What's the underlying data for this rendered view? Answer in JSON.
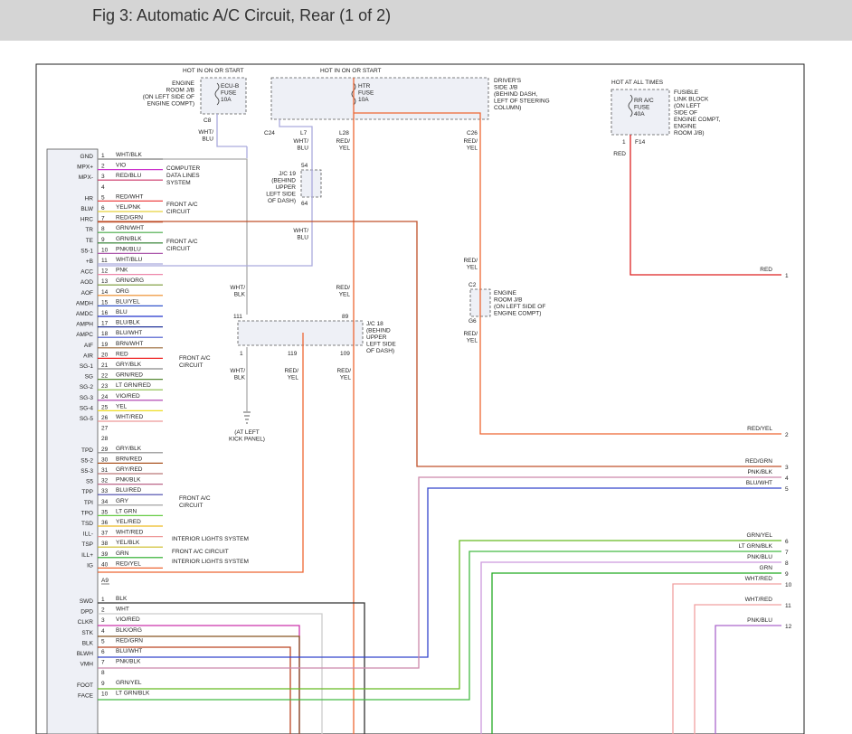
{
  "header": {
    "title": "Fig 3: Automatic A/C Circuit, Rear (1 of 2)"
  },
  "top": {
    "hot_on_start_1": "HOT IN ON OR START",
    "hot_on_start_2": "HOT IN ON OR START",
    "hot_all_times": "HOT AT ALL TIMES",
    "engine_room_jb": [
      "ENGINE",
      "ROOM J/B",
      "(ON LEFT SIDE OF",
      "ENGINE COMPT)"
    ],
    "ecu_b_fuse": [
      "ECU-B",
      "FUSE",
      "10A"
    ],
    "htr_fuse": [
      "HTR",
      "FUSE",
      "10A"
    ],
    "drivers_jb": [
      "DRIVER'S",
      "SIDE J/B",
      "(BEHIND DASH,",
      "LEFT OF STEERING",
      "COLUMN)"
    ],
    "rr_ac_fuse": [
      "RR A/C",
      "FUSE",
      "40A"
    ],
    "fusible_link": [
      "FUSIBLE",
      "LINK BLOCK",
      "(ON LEFT",
      "SIDE OF",
      "ENGINE COMPT,",
      "ENGINE",
      "ROOM J/B)"
    ],
    "c8": "C8",
    "c24": "C24",
    "l7": "L7",
    "l28": "L28",
    "c26": "C26",
    "f14": "F14",
    "one": "1"
  },
  "wire_labels": {
    "wht_blu": [
      "WHT/",
      "BLU"
    ],
    "red_yel": [
      "RED/",
      "YEL"
    ],
    "red": "RED",
    "wht_blk": [
      "WHT/",
      "BLK"
    ]
  },
  "junctions": {
    "jc19": [
      "J/C 19",
      "(BEHIND",
      "UPPER",
      "LEFT SIDE",
      "OF DASH)"
    ],
    "jc19_pins": [
      "54",
      "64"
    ],
    "jc18": [
      "J/C 18",
      "(BEHIND",
      "UPPER",
      "LEFT SIDE",
      "OF DASH)"
    ],
    "jc18_pins": [
      "111",
      "89",
      "1",
      "119",
      "109"
    ],
    "engine_jb2": [
      "ENGINE",
      "ROOM J/B",
      "(ON LEFT SIDE OF",
      "ENGINE COMPT)"
    ],
    "c2": "C2",
    "g6": "G6",
    "ground": [
      "(AT LEFT",
      "KICK PANEL)"
    ]
  },
  "connector_a": {
    "pins": [
      {
        "name": "GND",
        "num": "1",
        "wire": "WHT/BLK",
        "color": "#888888"
      },
      {
        "name": "MPX+",
        "num": "2",
        "wire": "VIO",
        "color": "#cc33cc"
      },
      {
        "name": "MPX-",
        "num": "3",
        "wire": "RED/BLU",
        "color": "#cc3366"
      },
      {
        "name": "",
        "num": "4",
        "wire": "",
        "color": ""
      },
      {
        "name": "HR",
        "num": "5",
        "wire": "RED/WHT",
        "color": "#ee4444"
      },
      {
        "name": "BLW",
        "num": "6",
        "wire": "YEL/PNK",
        "color": "#e8d23c"
      },
      {
        "name": "HRC",
        "num": "7",
        "wire": "RED/GRN",
        "color": "#c0502a"
      },
      {
        "name": "TR",
        "num": "8",
        "wire": "GRN/WHT",
        "color": "#44aa44"
      },
      {
        "name": "TE",
        "num": "9",
        "wire": "GRN/BLK",
        "color": "#227722"
      },
      {
        "name": "S5-1",
        "num": "10",
        "wire": "PNK/BLU",
        "color": "#aa55aa"
      },
      {
        "name": "+B",
        "num": "11",
        "wire": "WHT/BLU",
        "color": "#aaaadd"
      },
      {
        "name": "ACC",
        "num": "12",
        "wire": "PNK",
        "color": "#ee88aa"
      },
      {
        "name": "AOD",
        "num": "13",
        "wire": "GRN/ORG",
        "color": "#779933"
      },
      {
        "name": "AOF",
        "num": "14",
        "wire": "ORG",
        "color": "#ee8822"
      },
      {
        "name": "AMDH",
        "num": "15",
        "wire": "BLU/YEL",
        "color": "#3355cc"
      },
      {
        "name": "AMDC",
        "num": "16",
        "wire": "BLU",
        "color": "#2233cc"
      },
      {
        "name": "AMPH",
        "num": "17",
        "wire": "BLU/BLK",
        "color": "#223399"
      },
      {
        "name": "AMPC",
        "num": "18",
        "wire": "BLU/WHT",
        "color": "#4455cc"
      },
      {
        "name": "AIF",
        "num": "19",
        "wire": "BRN/WHT",
        "color": "#996633"
      },
      {
        "name": "AIR",
        "num": "20",
        "wire": "RED",
        "color": "#ee2222"
      },
      {
        "name": "SG-1",
        "num": "21",
        "wire": "GRY/BLK",
        "color": "#888888"
      },
      {
        "name": "SG",
        "num": "22",
        "wire": "GRN/RED",
        "color": "#558833"
      },
      {
        "name": "SG-2",
        "num": "23",
        "wire": "LT GRN/RED",
        "color": "#88bb44"
      },
      {
        "name": "SG-3",
        "num": "24",
        "wire": "VIO/RED",
        "color": "#aa33aa"
      },
      {
        "name": "SG-4",
        "num": "25",
        "wire": "YEL",
        "color": "#eedd22"
      },
      {
        "name": "SG-5",
        "num": "26",
        "wire": "WHT/RED",
        "color": "#ee9999"
      },
      {
        "name": "",
        "num": "27",
        "wire": "",
        "color": ""
      },
      {
        "name": "",
        "num": "28",
        "wire": "",
        "color": ""
      },
      {
        "name": "TPD",
        "num": "29",
        "wire": "GRY/BLK",
        "color": "#888888"
      },
      {
        "name": "S5-2",
        "num": "30",
        "wire": "BRN/RED",
        "color": "#aa5522"
      },
      {
        "name": "S5-3",
        "num": "31",
        "wire": "GRY/RED",
        "color": "#bb7777"
      },
      {
        "name": "S5",
        "num": "32",
        "wire": "PNK/BLK",
        "color": "#bb6688"
      },
      {
        "name": "TPP",
        "num": "33",
        "wire": "BLU/RED",
        "color": "#4444aa"
      },
      {
        "name": "TPI",
        "num": "34",
        "wire": "GRY",
        "color": "#999999"
      },
      {
        "name": "TPO",
        "num": "35",
        "wire": "LT GRN",
        "color": "#66cc44"
      },
      {
        "name": "TSD",
        "num": "36",
        "wire": "YEL/RED",
        "color": "#eebb22"
      },
      {
        "name": "ILL-",
        "num": "37",
        "wire": "WHT/RED",
        "color": "#ee9999"
      },
      {
        "name": "TSP",
        "num": "38",
        "wire": "YEL/BLK",
        "color": "#ccbb22"
      },
      {
        "name": "ILL+",
        "num": "39",
        "wire": "GRN",
        "color": "#22aa22"
      },
      {
        "name": "IG",
        "num": "40",
        "wire": "RED/YEL",
        "color": "#ee6633"
      }
    ],
    "connector_id": "A9"
  },
  "group_labels": {
    "computer_data": [
      "COMPUTER",
      "DATA LINES",
      "SYSTEM"
    ],
    "front_ac_1": [
      "FRONT A/C",
      "CIRCUIT"
    ],
    "front_ac_2": [
      "FRONT A/C",
      "CIRCUIT"
    ],
    "front_ac_3": [
      "FRONT A/C",
      "CIRCUIT"
    ],
    "front_ac_4": [
      "FRONT A/C",
      "CIRCUIT"
    ],
    "interior_1": "INTERIOR LIGHTS SYSTEM",
    "front_ac_single": "FRONT A/C CIRCUIT",
    "interior_2": "INTERIOR LIGHTS SYSTEM"
  },
  "connector_b": {
    "pins": [
      {
        "name": "SWD",
        "num": "1",
        "wire": "BLK",
        "color": "#333333"
      },
      {
        "name": "DPD",
        "num": "2",
        "wire": "WHT",
        "color": "#cccccc"
      },
      {
        "name": "CLKR",
        "num": "3",
        "wire": "VIO/RED",
        "color": "#cc33aa"
      },
      {
        "name": "STK",
        "num": "4",
        "wire": "BLK/ORG",
        "color": "#885522"
      },
      {
        "name": "BLK",
        "num": "5",
        "wire": "RED/GRN",
        "color": "#bb4422"
      },
      {
        "name": "BLWH",
        "num": "6",
        "wire": "BLU/WHT",
        "color": "#3344cc"
      },
      {
        "name": "VMH",
        "num": "7",
        "wire": "PNK/BLK",
        "color": "#cc88aa"
      },
      {
        "name": "",
        "num": "8",
        "wire": "",
        "color": ""
      },
      {
        "name": "FOOT",
        "num": "9",
        "wire": "GRN/YEL",
        "color": "#66bb22"
      },
      {
        "name": "FACE",
        "num": "10",
        "wire": "LT GRN/BLK",
        "color": "#55bb33"
      }
    ]
  },
  "right_outputs": [
    {
      "label": "RED",
      "num": "1",
      "color": "#dd2222"
    },
    {
      "label": "RED/YEL",
      "num": "2",
      "color": "#ee6633"
    },
    {
      "label": "RED/GRN",
      "num": "3",
      "color": "#bb4422"
    },
    {
      "label": "PNK/BLK",
      "num": "4",
      "color": "#cc88aa"
    },
    {
      "label": "BLU/WHT",
      "num": "5",
      "color": "#3344cc"
    },
    {
      "label": "GRN/YEL",
      "num": "6",
      "color": "#66bb22"
    },
    {
      "label": "LT GRN/BLK",
      "num": "7",
      "color": "#44bb44"
    },
    {
      "label": "PNK/BLU",
      "num": "8",
      "color": "#cc99dd"
    },
    {
      "label": "GRN",
      "num": "9",
      "color": "#22aa22"
    },
    {
      "label": "WHT/RED",
      "num": "10",
      "color": "#f0a0a0"
    },
    {
      "label": "WHT/RED",
      "num": "11",
      "color": "#f0a0a0"
    },
    {
      "label": "PNK/BLU",
      "num": "12",
      "color": "#aa66cc"
    }
  ]
}
